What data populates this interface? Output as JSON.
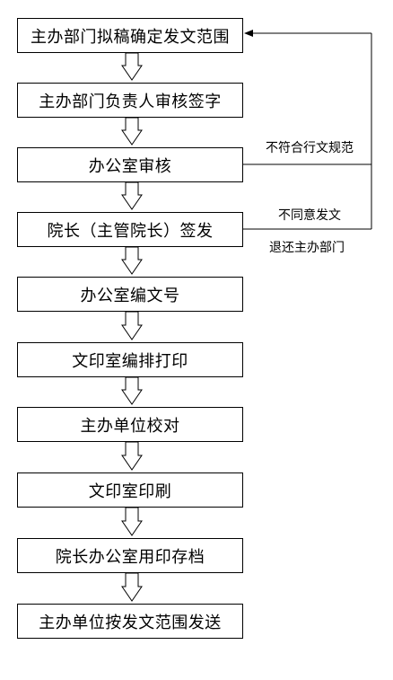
{
  "steps": [
    "主办部门拟稿确定发文范围",
    "主办部门负责人审核签字",
    "办公室审核",
    "院长（主管院长）签发",
    "办公室编文号",
    "文印室编排打印",
    "主办单位校对",
    "文印室印刷",
    "院长办公室用印存档",
    "主办单位按发文范围发送"
  ],
  "feedback": {
    "label_noncompliant": "不符合行文规范",
    "label_disagree": "不同意发文",
    "label_return": "退还主办部门"
  }
}
